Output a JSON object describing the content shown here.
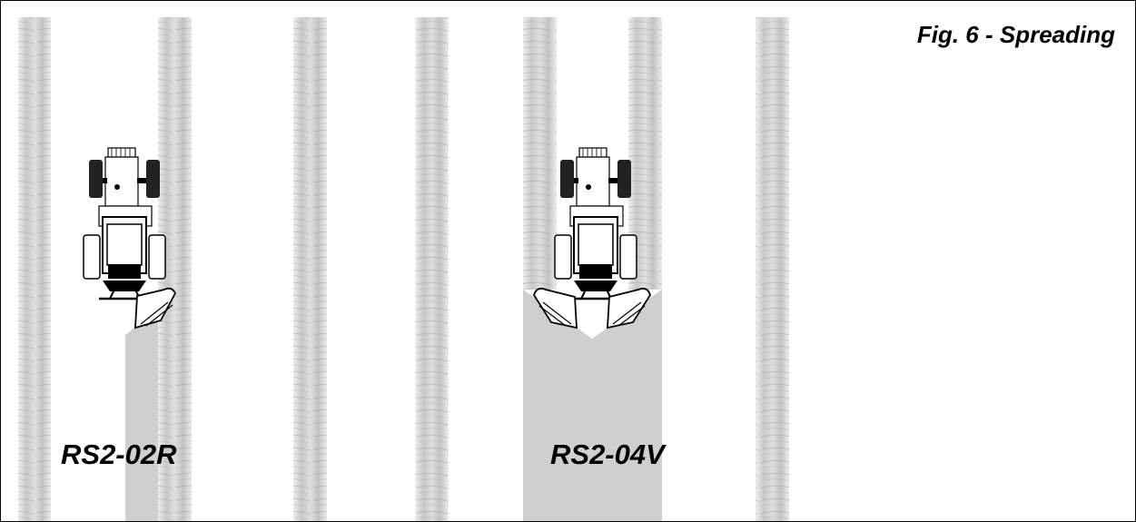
{
  "figure": {
    "caption": "Fig. 6 - Spreading"
  },
  "machines": [
    {
      "label": "RS2-02R",
      "spread_side": "right"
    },
    {
      "label": "RS2-04V",
      "spread_side": "both"
    }
  ],
  "colors": {
    "crop_row": "#d6d6d6",
    "crop_row_dark": "#b7b7b7",
    "spread_area": "#cfcfcf",
    "tractor_body": "#ffffff",
    "tractor_outline": "#000000",
    "background": "#ffffff"
  }
}
